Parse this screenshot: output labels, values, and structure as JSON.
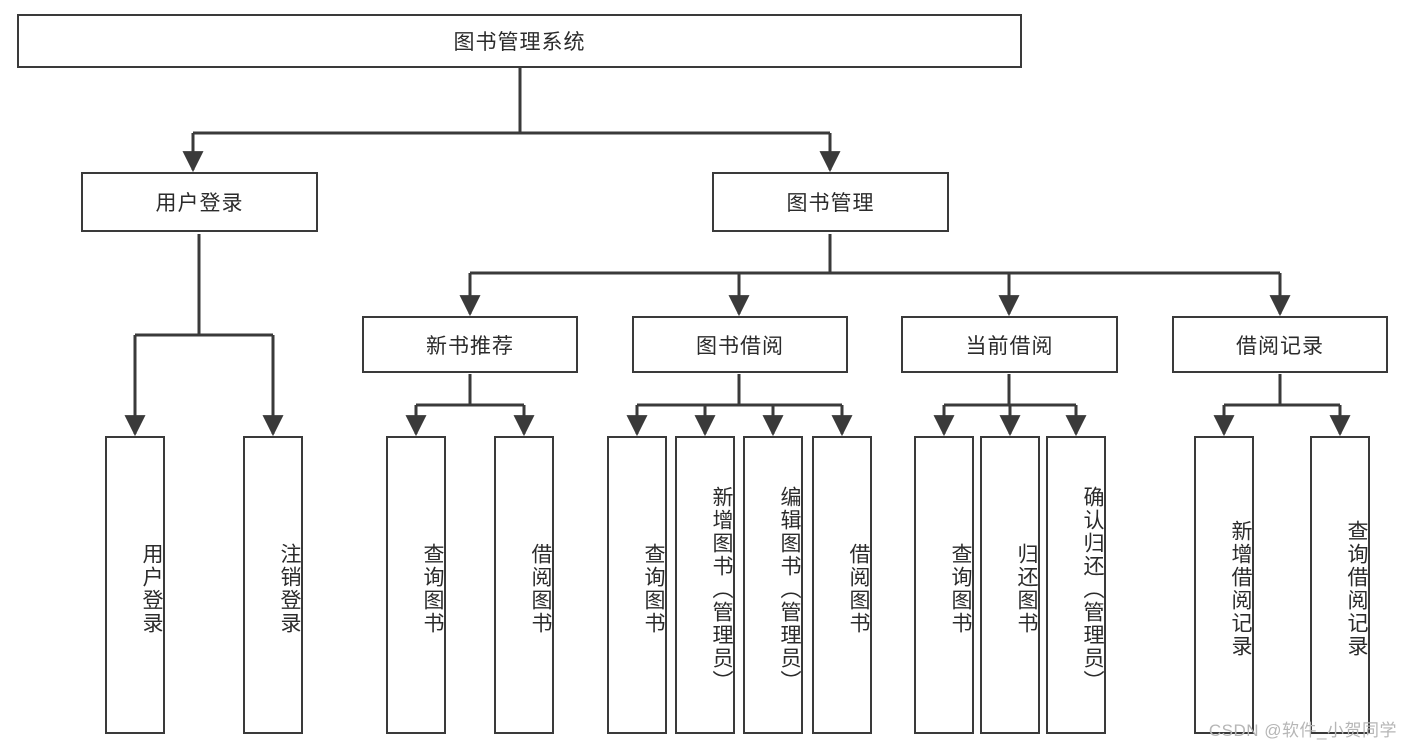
{
  "diagram": {
    "title_node": {
      "label": "图书管理系统"
    },
    "level2": [
      {
        "id": "user-login",
        "label": "用户登录"
      },
      {
        "id": "book-management",
        "label": "图书管理"
      }
    ],
    "level3": [
      {
        "id": "new-book-recommend",
        "label": "新书推荐"
      },
      {
        "id": "book-borrow",
        "label": "图书借阅"
      },
      {
        "id": "current-borrow",
        "label": "当前借阅"
      },
      {
        "id": "borrow-record",
        "label": "借阅记录"
      }
    ],
    "leaves": {
      "user_login": [
        {
          "id": "leaf-user-login",
          "label": "用户登录"
        },
        {
          "id": "leaf-logout-login",
          "label": "注销登录"
        }
      ],
      "new_book_recommend": [
        {
          "id": "leaf-query-book-1",
          "label": "查询图书"
        },
        {
          "id": "leaf-borrow-book-1",
          "label": "借阅图书"
        }
      ],
      "book_borrow": [
        {
          "id": "leaf-query-book-2",
          "label": "查询图书"
        },
        {
          "id": "leaf-add-book",
          "label": "新增图书（管理员）"
        },
        {
          "id": "leaf-edit-book",
          "label": "编辑图书（管理员）"
        },
        {
          "id": "leaf-borrow-book-2",
          "label": "借阅图书"
        }
      ],
      "current_borrow": [
        {
          "id": "leaf-query-book-3",
          "label": "查询图书"
        },
        {
          "id": "leaf-return-book",
          "label": "归还图书"
        },
        {
          "id": "leaf-confirm-return",
          "label": "确认归还（管理员）"
        }
      ],
      "borrow_record": [
        {
          "id": "leaf-add-record",
          "label": "新增借阅记录"
        },
        {
          "id": "leaf-query-record",
          "label": "查询借阅记录"
        }
      ]
    },
    "watermark": "CSDN @软件_小贺同学",
    "colors": {
      "stroke": "#3a3a3a",
      "fill": "#ffffff",
      "text": "#2b2b2b",
      "watermark": "#b6b6b6"
    }
  }
}
